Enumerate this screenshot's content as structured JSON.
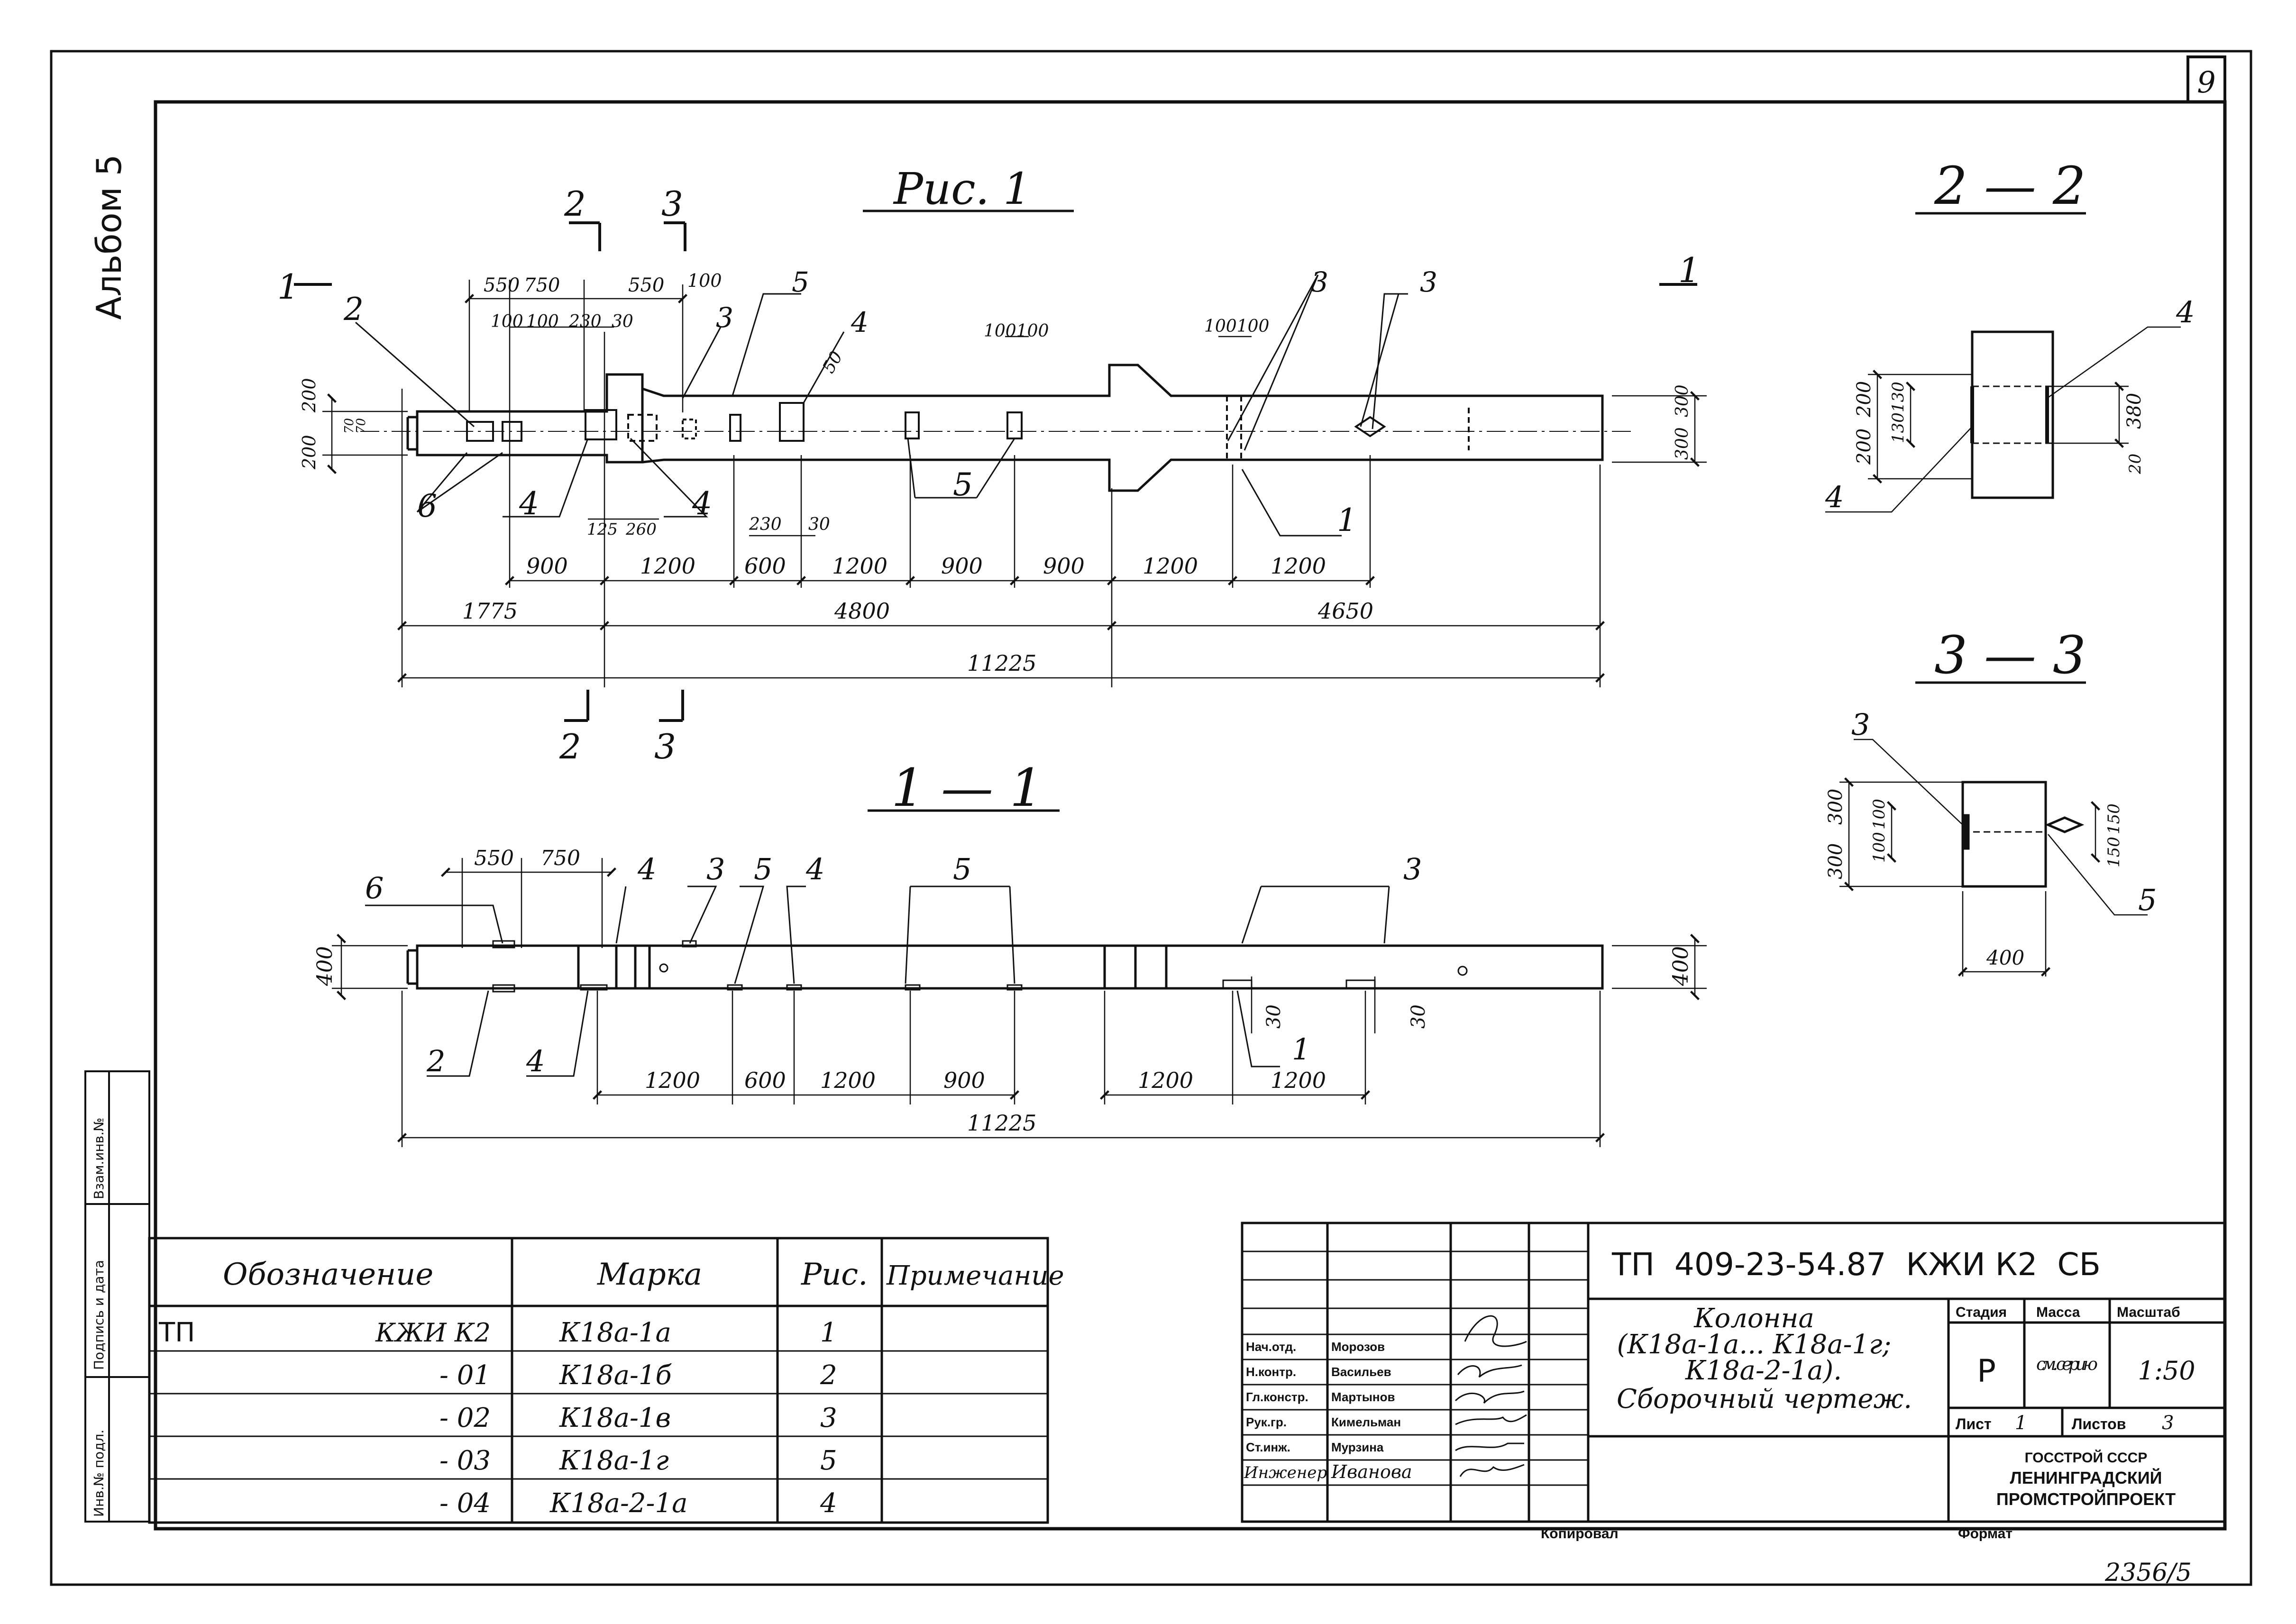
{
  "sheet": {
    "sheet_number": "9",
    "album": "Альбом 5",
    "stamp_bottom": "2356/5",
    "kopirovala": "Копировал",
    "format": "Формат"
  },
  "side_stamp": {
    "col1": "Инв.№ подл.",
    "col2": "Подпись и дата",
    "col3": "Взам.инв.№"
  },
  "fig1": {
    "title": "Рис. 1",
    "section_marks": {
      "s1": "1",
      "s2": "2",
      "s3": "3"
    },
    "top_dims": {
      "d550a": "550",
      "d750": "750",
      "d550b": "550",
      "d100a": "100",
      "d100b": "100",
      "d100c": "100",
      "d230": "230",
      "d30": "30",
      "d100100": "100100",
      "d100100b": "100100",
      "d50": "50"
    },
    "left_dims": {
      "d200a": "200",
      "d200b": "200",
      "d70a": "70",
      "d70b": "70"
    },
    "right_dims": {
      "d300a": "300",
      "d300b": "300"
    },
    "inner_dims": {
      "d125": "125",
      "d260": "260",
      "d230": "230",
      "d30": "30"
    },
    "chain1": [
      "900",
      "1200",
      "600",
      "1200",
      "900",
      "900",
      "1200",
      "1200"
    ],
    "chain2": [
      "1775",
      "4800",
      "4650"
    ],
    "total": "11225",
    "callouts": {
      "c1": "1",
      "c2": "2",
      "c3a": "3",
      "c3b": "3",
      "c3c": "3",
      "c4a": "4",
      "c4b": "4",
      "c4c": "4",
      "c5a": "5",
      "c5b": "5",
      "c6": "6"
    }
  },
  "sec11": {
    "title": "1 — 1",
    "top_dims": {
      "d550": "550",
      "d750": "750"
    },
    "left_dim": "400",
    "right_dim": "400",
    "d30a": "30",
    "d30b": "30",
    "chain1": [
      "1200",
      "600",
      "1200",
      "900",
      "1200",
      "1200"
    ],
    "total": "11225",
    "callouts": {
      "c1": "1",
      "c2": "2",
      "c3a": "3",
      "c3b": "3",
      "c4a": "4",
      "c4b": "4",
      "c4c": "4",
      "c5a": "5",
      "c5b": "5",
      "c6": "6"
    }
  },
  "sec22": {
    "title": "2 — 2",
    "dims": {
      "d200a": "200",
      "d200b": "200",
      "d130a": "130",
      "d130b": "130",
      "d380": "380",
      "d20": "20"
    },
    "callouts": {
      "c4a": "4",
      "c4b": "4"
    }
  },
  "sec33": {
    "title": "3 — 3",
    "dims": {
      "d300a": "300",
      "d300b": "300",
      "d100a": "100",
      "d100b": "100",
      "d150a": "150",
      "d150b": "150",
      "d400": "400"
    },
    "callouts": {
      "c3": "3",
      "c5": "5"
    }
  },
  "spec_table": {
    "headers": [
      "Обозначение",
      "Марка",
      "Рис.",
      "Примечание"
    ],
    "rows": [
      [
        "ТП",
        "КЖИ К2",
        "К18а-1а",
        "1"
      ],
      [
        "",
        "- 01",
        "К18а-1б",
        "2"
      ],
      [
        "",
        "- 02",
        "К18а-1в",
        "3"
      ],
      [
        "",
        "- 03",
        "К18а-1г",
        "5"
      ],
      [
        "",
        "- 04",
        "К18а-2-1а",
        "4"
      ]
    ]
  },
  "title_block": {
    "code": "ТП  409-23-54.87  КЖИ К2  СБ",
    "name_lines": [
      "Колонна",
      "(К18а-1а... К18а-1г;",
      "К18а-2-1а).",
      "Сборочный чертеж."
    ],
    "staff": [
      {
        "role": "Нач.отд.",
        "name": "Морозов"
      },
      {
        "role": "Н.контр.",
        "name": "Васильев"
      },
      {
        "role": "Гл.констр.",
        "name": "Мартынов"
      },
      {
        "role": "Рук.гр.",
        "name": "Кимельман"
      },
      {
        "role": "Ст.инж.",
        "name": "Мурзина"
      },
      {
        "role": "Инженер",
        "name": "Иванова"
      }
    ],
    "stage_label": "Стадия",
    "mass_label": "Масса",
    "scale_label": "Масштаб",
    "stage": "Р",
    "mass": "см. серию",
    "scale": "1:50",
    "sheet_label": "Лист",
    "sheet_value": "1",
    "sheets_label": "Листов",
    "sheets_value": "3",
    "org": [
      "ГОССТРОЙ СССР",
      "ЛЕНИНГРАДСКИЙ",
      "ПРОМСТРОЙПРОЕКТ"
    ]
  }
}
